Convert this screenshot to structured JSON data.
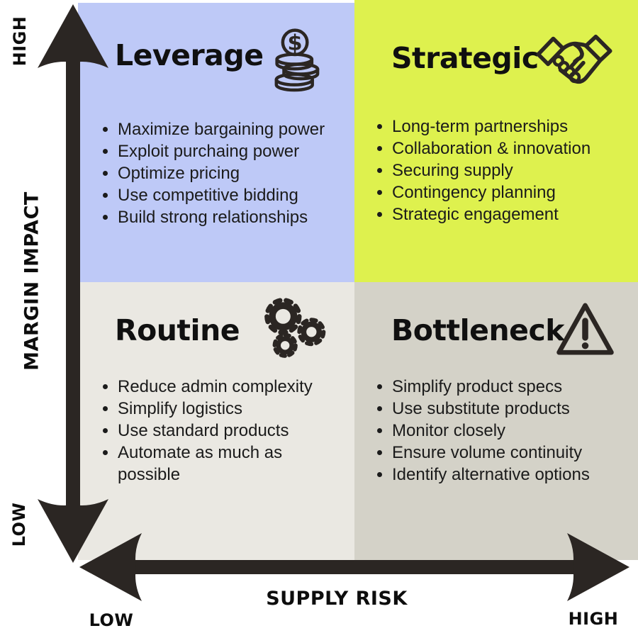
{
  "colors": {
    "leverage_bg": "#bec9f7",
    "strategic_bg": "#def14e",
    "routine_bg": "#eae8e2",
    "bottleneck_bg": "#d4d2c8",
    "ink": "#2b2623",
    "text": "#1b1b1b"
  },
  "axes": {
    "y": {
      "label": "MARGIN IMPACT",
      "high": "HIGH",
      "low": "LOW"
    },
    "x": {
      "label": "SUPPLY RISK",
      "high": "HIGH",
      "low": "LOW"
    }
  },
  "quadrants": {
    "leverage": {
      "title": "Leverage",
      "icon": "money-coins-icon",
      "items": [
        "Maximize bargaining power",
        "Exploit purchaing power",
        "Optimize pricing",
        "Use competitive bidding",
        "Build strong relationships"
      ]
    },
    "strategic": {
      "title": "Strategic",
      "icon": "handshake-icon",
      "items": [
        "Long-term partnerships",
        "Collaboration & innovation",
        "Securing supply",
        "Contingency planning",
        "Strategic engagement"
      ]
    },
    "routine": {
      "title": "Routine",
      "icon": "gears-icon",
      "items": [
        "Reduce admin complexity",
        "Simplify logistics",
        "Use standard products",
        "Automate as much as possible"
      ]
    },
    "bottleneck": {
      "title": "Bottleneck",
      "icon": "warning-icon",
      "items": [
        "Simplify product specs",
        "Use substitute products",
        "Monitor closely",
        "Ensure volume continuity",
        "Identify alternative options"
      ]
    }
  }
}
